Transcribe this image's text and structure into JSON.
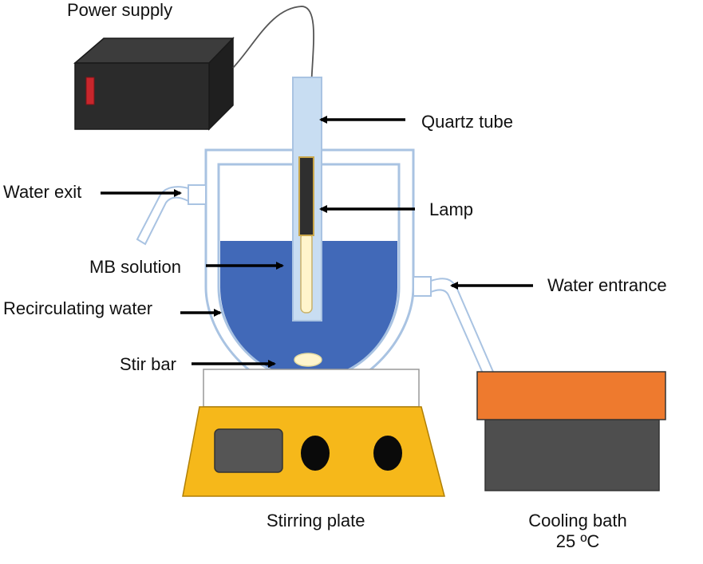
{
  "labels": {
    "power_supply": "Power supply",
    "quartz_tube": "Quartz tube",
    "water_exit": "Water exit",
    "lamp": "Lamp",
    "mb_solution": "MB solution",
    "water_entrance": "Water entrance",
    "recirculating_water": "Recirculating water",
    "stir_bar": "Stir bar",
    "stirring_plate": "Stirring plate",
    "cooling_bath_line1": "Cooling bath",
    "cooling_bath_line2": "25 ºC"
  },
  "colors": {
    "solution": "#4169b8",
    "glass_outline": "#a9c3e2",
    "quartz": "#c8ddf2",
    "lamp_body": "#2f2f2f",
    "stir_plate": "#f6b81a",
    "stir_plate_top": "#ffffff",
    "display": "#555555",
    "knob": "#0a0a0a",
    "power_box": "#2b2b2b",
    "power_switch": "#c8262c",
    "bath_lid": "#ee7a2e",
    "bath_body": "#4e4e4e",
    "arrow": "#000000"
  }
}
